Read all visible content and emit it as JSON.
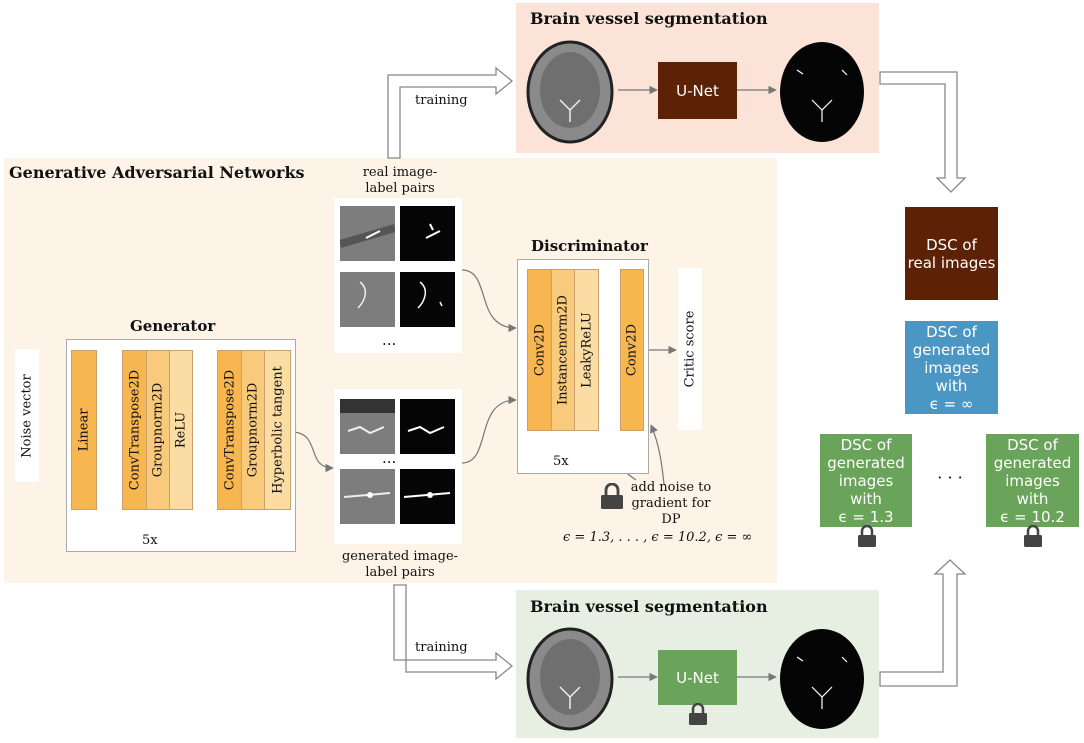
{
  "panels": {
    "gan_title": "Generative Adversarial Networks",
    "seg_title_top": "Brain vessel segmentation",
    "seg_title_bottom": "Brain vessel segmentation"
  },
  "generator": {
    "title": "Generator",
    "noise": "Noise vector",
    "layers": [
      "Linear",
      "ConvTranspose2D",
      "Groupnorm2D",
      "ReLU",
      "ConvTranspose2D",
      "Groupnorm2D",
      "Hyperbolic tangent"
    ],
    "repeat": "5x"
  },
  "discriminator": {
    "title": "Discriminator",
    "layers": [
      "Conv2D",
      "Instancenorm2D",
      "LeakyReLU",
      "Conv2D"
    ],
    "repeat": "5x",
    "output": "Critic score"
  },
  "pairs": {
    "real_label": "real image-\nlabel pairs",
    "generated_label": "generated image-\nlabel pairs",
    "ellipsis": "..."
  },
  "dp": {
    "noise_text": "add noise to\ngradient for\nDP",
    "epsilons": "ϵ = 1.3, . . . , ϵ = 10.2, ϵ = ∞"
  },
  "training_label": "training",
  "unet_label": "U-Net",
  "dsc": {
    "real": "DSC of\nreal images",
    "inf": "DSC of\ngenerated\nimages\nwith\nϵ = ∞",
    "e13": "DSC of\ngenerated\nimages\nwith\nϵ = 1.3",
    "e102": "DSC of\ngenerated\nimages\nwith\nϵ = 10.2",
    "ellipsis": "· · ·"
  },
  "colors": {
    "brown": "#5d2206",
    "green": "#6aa35a",
    "blue": "#4b97c4"
  }
}
